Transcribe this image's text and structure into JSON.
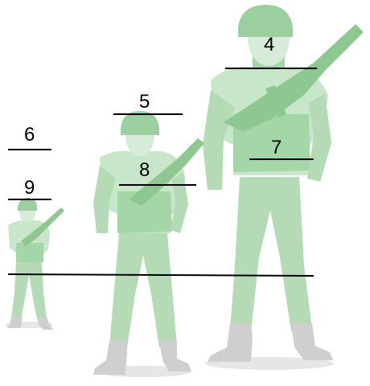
{
  "labels": {
    "a": "4",
    "b": "5",
    "c": "6",
    "d": "7",
    "e": "8",
    "f": "9"
  },
  "colors": {
    "figure_light": "#c8e6c9",
    "figure_mid": "#a5d6a7",
    "figure_dark": "#81c784",
    "boot": "#cfcfcf",
    "shadow": "#e0e0e0",
    "line": "#000000"
  }
}
